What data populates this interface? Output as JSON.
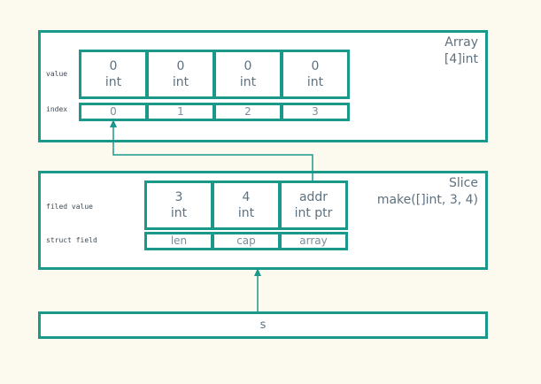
{
  "array_box": {
    "title_line1": "Array",
    "title_line2": "[4]int",
    "value_label": "value",
    "index_label": "index",
    "cells": [
      {
        "value": "0",
        "type": "int"
      },
      {
        "value": "0",
        "type": "int"
      },
      {
        "value": "0",
        "type": "int"
      },
      {
        "value": "0",
        "type": "int"
      }
    ],
    "indices": [
      "0",
      "1",
      "2",
      "3"
    ]
  },
  "slice_box": {
    "title_line1": "Slice",
    "title_line2": "make([]int, 3, 4)",
    "field_value_label": "filed value",
    "struct_field_label": "struct field",
    "cells": [
      {
        "value": "3",
        "type": "int"
      },
      {
        "value": "4",
        "type": "int"
      },
      {
        "value": "addr",
        "type": "int ptr"
      }
    ],
    "fields": [
      "len",
      "cap",
      "array"
    ]
  },
  "s_box": {
    "label": "s"
  },
  "colors": {
    "teal": "#1a998b",
    "background": "#fcf9ef",
    "box_fill": "#ffffff",
    "cell_text": "#5d7180",
    "index_text": "#7d8d9b",
    "label_text": "#3f4953"
  }
}
